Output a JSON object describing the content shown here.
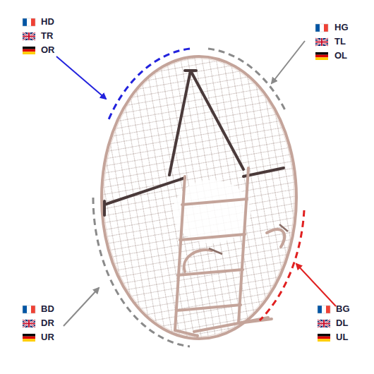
{
  "diagram": {
    "labels": [
      "HD",
      "TR",
      "OR",
      "HG",
      "TL",
      "OL",
      "BD",
      "DR",
      "UR",
      "BG",
      "DL",
      "UL"
    ]
  }
}
